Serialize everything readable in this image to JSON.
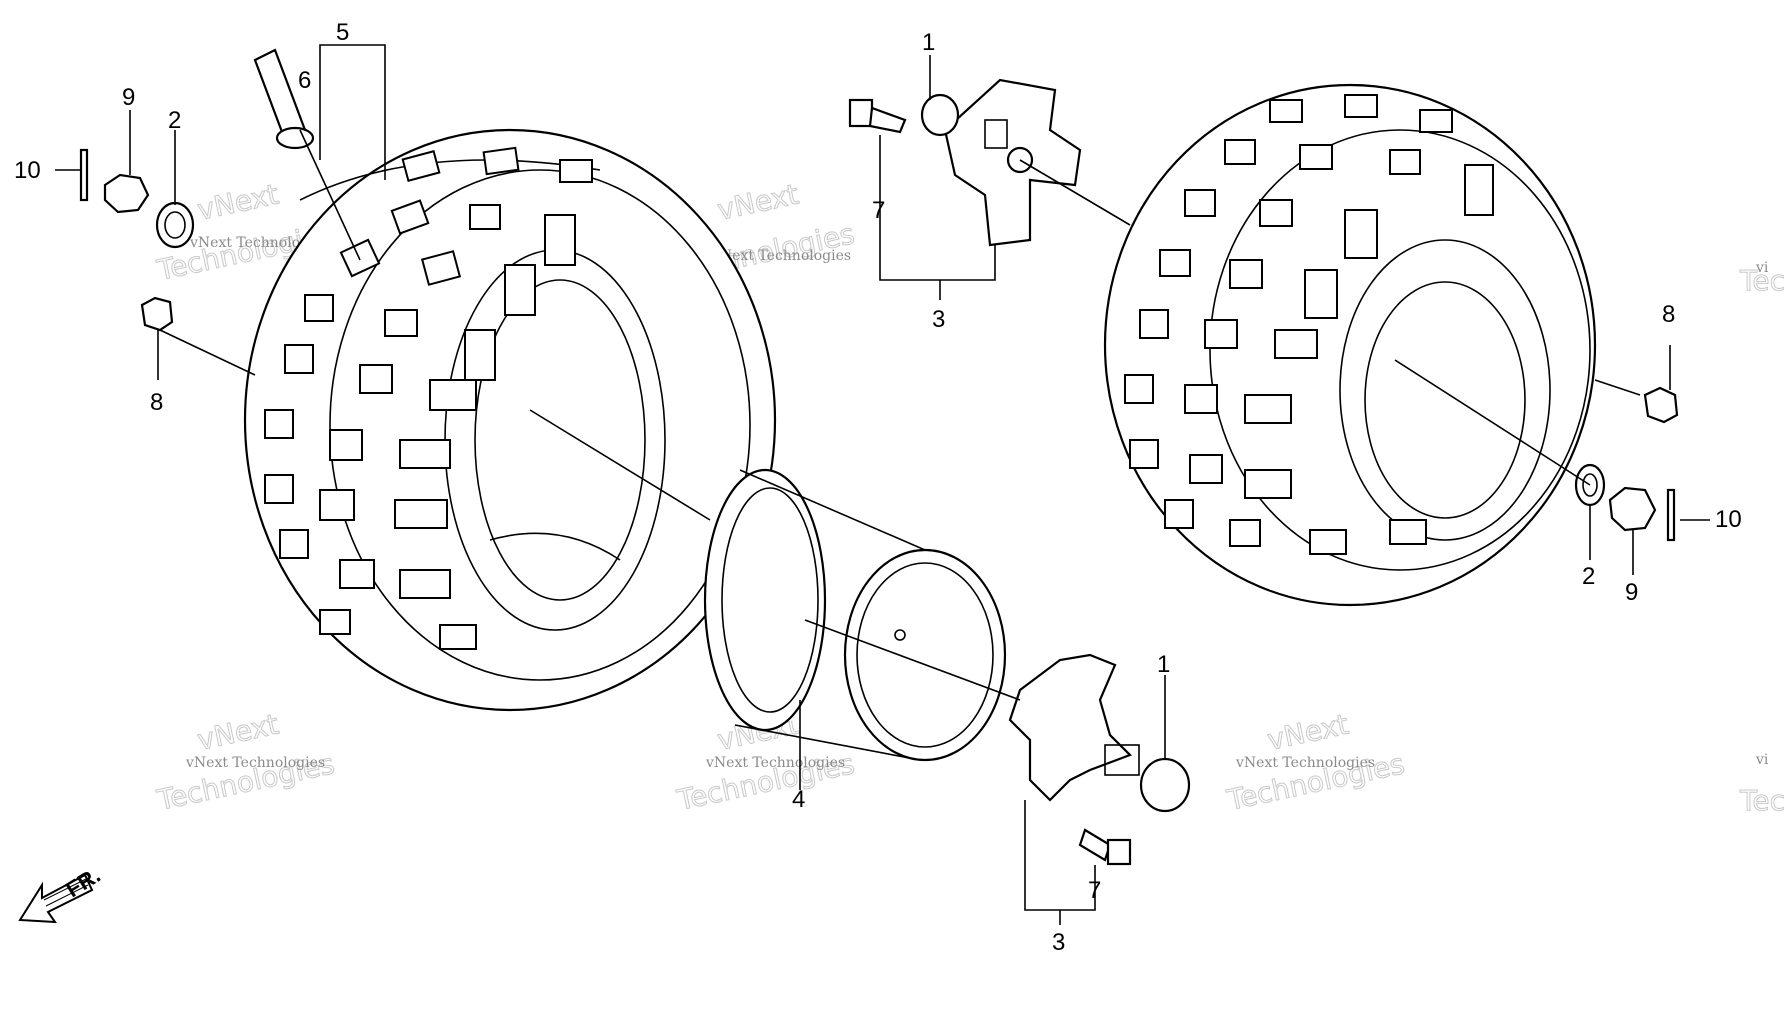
{
  "callouts": {
    "c1_top": "1",
    "c1_bottom": "1",
    "c2_left": "2",
    "c2_right": "2",
    "c3_top": "3",
    "c3_bottom": "3",
    "c4": "4",
    "c5": "5",
    "c6": "6",
    "c7_top": "7",
    "c7_bottom": "7",
    "c8_left": "8",
    "c8_right": "8",
    "c9_left": "9",
    "c9_right": "9",
    "c10_left": "10",
    "c10_right": "10"
  },
  "direction_marker": "FR.",
  "watermark": {
    "line1": "vNext Technologies",
    "line2": "vNext",
    "line3": "Technologies",
    "edge_fragment_1": "vi",
    "edge_fragment_2": "Tec"
  }
}
